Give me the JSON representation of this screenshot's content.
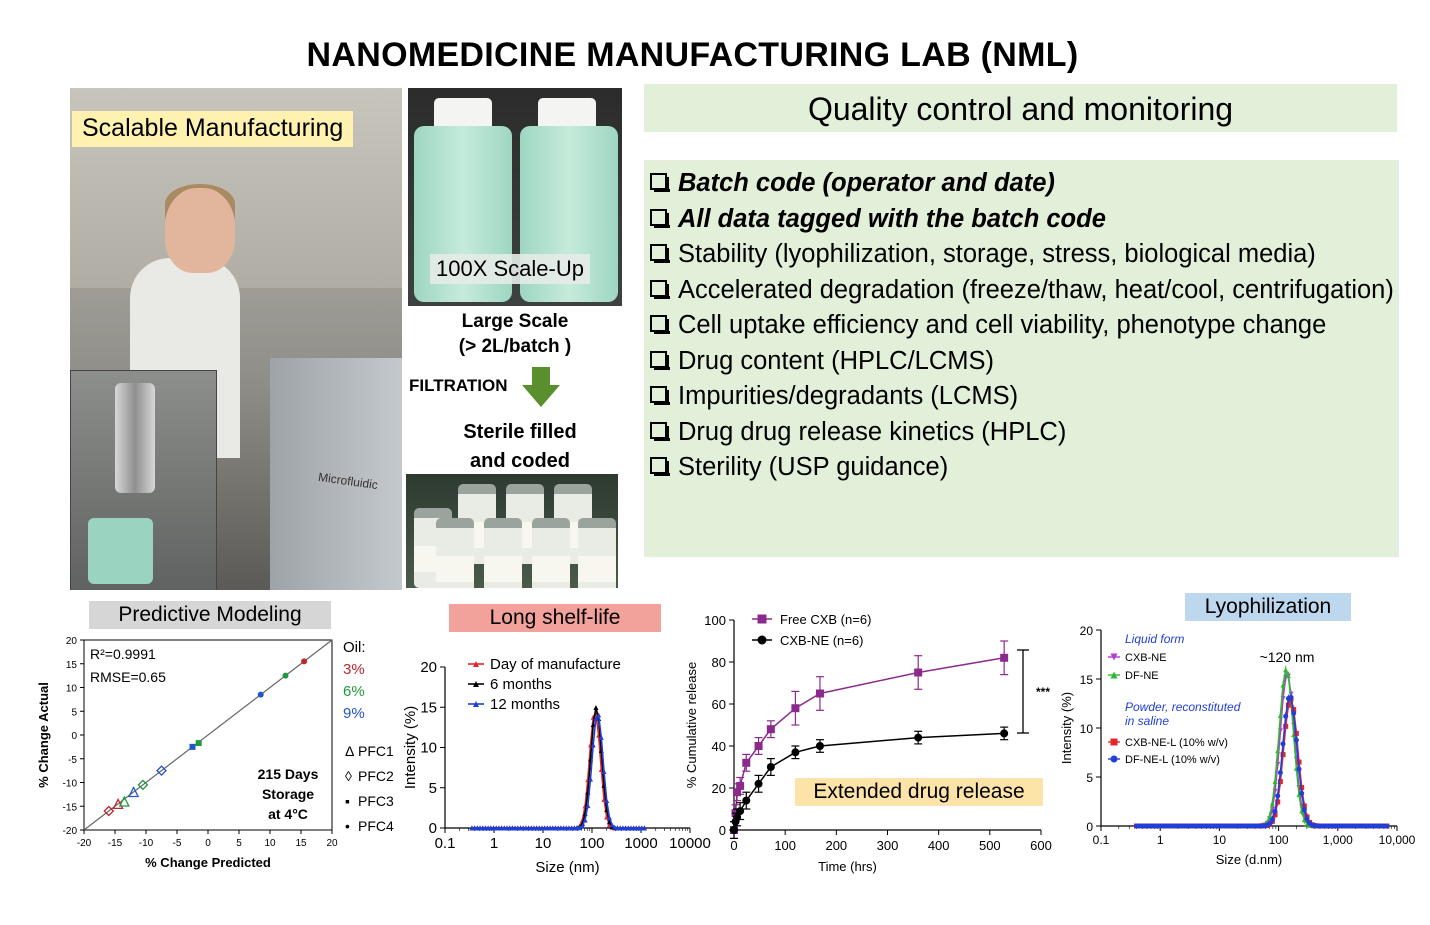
{
  "title": "NANOMEDICINE MANUFACTURING LAB (NML)",
  "left_panel": {
    "scalable_label": "Scalable Manufacturing",
    "brand_text": "Microfluidic",
    "scaleup_label": "100X Scale-Up",
    "large_scale_line1": "Large Scale",
    "large_scale_line2": "(> 2L/batch )",
    "filtration": "FILTRATION",
    "sterile_line1": "Sterile filled",
    "sterile_line2": "and coded"
  },
  "qc": {
    "title": "Quality control and monitoring",
    "items": [
      "Batch code (operator and date)",
      "All data tagged with the batch code",
      "Stability (lyophilization, storage, stress, biological media)",
      "Accelerated degradation (freeze/thaw, heat/cool, centrifugation)",
      "Cell uptake efficiency and cell viability, phenotype change",
      "Drug content (HPLC/LCMS)",
      "Impurities/degradants (LCMS)",
      "Drug drug release kinetics (HPLC)",
      "Sterility (USP guidance)"
    ]
  },
  "labels": {
    "predictive": "Predictive Modeling",
    "shelf": "Long shelf-life",
    "release": "Extended drug release",
    "lyo": "Lyophilization"
  },
  "colors": {
    "qc_bg": "#e2efd9",
    "red": "#e3262b",
    "blue": "#1f3fd8",
    "purple": "#8b2a8c",
    "green": "#1f9a3a"
  },
  "chart_data": [
    {
      "type": "scatter",
      "xlabel": "% Change Predicted",
      "ylabel": "% Change Actual",
      "xlim": [
        -20,
        20
      ],
      "ylim": [
        -20,
        20
      ],
      "xticks": [
        "-20",
        "-15",
        "-10",
        "-5",
        "0",
        "5",
        "10",
        "15",
        "20"
      ],
      "yticks": [
        "-20",
        "-15",
        "-10",
        "-5",
        "0",
        "5",
        "10",
        "15",
        "20"
      ],
      "annotations": [
        "R²=0.9991",
        "RMSE=0.65"
      ],
      "storage_note": [
        "215 Days",
        "Storage",
        "at 4°C"
      ],
      "legend_oil_title": "Oil:",
      "legend_oil": [
        {
          "name": "3%",
          "color": "#c0272d"
        },
        {
          "name": "6%",
          "color": "#1f9a3a"
        },
        {
          "name": "9%",
          "color": "#1f56c8"
        }
      ],
      "legend_pfc": [
        {
          "symbol": "Δ",
          "name": "PFC1"
        },
        {
          "symbol": "◊",
          "name": "PFC2"
        },
        {
          "symbol": "▪",
          "name": "PFC3"
        },
        {
          "symbol": "•",
          "name": "PFC4"
        }
      ],
      "points": [
        {
          "x": -16,
          "y": -16,
          "color": "#c0272d",
          "marker": "diamond-open"
        },
        {
          "x": -14.5,
          "y": -14.5,
          "color": "#c0272d",
          "marker": "triangle-open"
        },
        {
          "x": -13.5,
          "y": -14,
          "color": "#1f9a3a",
          "marker": "triangle-open"
        },
        {
          "x": -12,
          "y": -12,
          "color": "#1f56c8",
          "marker": "triangle-open"
        },
        {
          "x": -10.5,
          "y": -10.5,
          "color": "#1f9a3a",
          "marker": "diamond-open"
        },
        {
          "x": -7.5,
          "y": -7.5,
          "color": "#1f56c8",
          "marker": "diamond-open"
        },
        {
          "x": -2.5,
          "y": -2.5,
          "color": "#1f56c8",
          "marker": "square"
        },
        {
          "x": -1.5,
          "y": -1.7,
          "color": "#1f9a3a",
          "marker": "square"
        },
        {
          "x": 8.5,
          "y": 8.5,
          "color": "#1f56c8",
          "marker": "circle"
        },
        {
          "x": 12.5,
          "y": 12.5,
          "color": "#1f9a3a",
          "marker": "circle"
        },
        {
          "x": 15.5,
          "y": 15.5,
          "color": "#c0272d",
          "marker": "circle"
        }
      ]
    },
    {
      "type": "line",
      "xlabel": "Size (nm)",
      "ylabel": "Intensity (%)",
      "xscale": "log",
      "xlim": [
        0.1,
        10000
      ],
      "ylim": [
        0,
        20
      ],
      "xticks": [
        "0.1",
        "1",
        "10",
        "100",
        "1000",
        "10000"
      ],
      "yticks": [
        "0",
        "5",
        "10",
        "15",
        "20"
      ],
      "series": [
        {
          "name": "Day of manufacture",
          "color": "#e3262b",
          "peak": 115,
          "height": 14.5
        },
        {
          "name": "6 months",
          "color": "#000000",
          "peak": 122,
          "height": 15
        },
        {
          "name": "12 months",
          "color": "#1f3fd8",
          "peak": 130,
          "height": 14.3
        }
      ]
    },
    {
      "type": "line",
      "xlabel": "Time (hrs)",
      "ylabel": "% Cumulative release",
      "xlim": [
        0,
        600
      ],
      "ylim": [
        0,
        100
      ],
      "xticks": [
        "0",
        "100",
        "200",
        "300",
        "400",
        "500",
        "600"
      ],
      "yticks": [
        "0",
        "20",
        "40",
        "60",
        "80",
        "100"
      ],
      "significance": "***",
      "series": [
        {
          "name": "Free CXB (n=6)",
          "color": "#8b2a8c",
          "marker": "square",
          "x": [
            0,
            3,
            6,
            12,
            24,
            48,
            72,
            120,
            168,
            360,
            528
          ],
          "y": [
            0,
            8,
            18,
            21,
            32,
            40,
            48,
            58,
            65,
            75,
            82
          ]
        },
        {
          "name": "CXB-NE  (n=6)",
          "color": "#000000",
          "marker": "circle",
          "x": [
            0,
            3,
            6,
            12,
            24,
            48,
            72,
            120,
            168,
            360,
            528
          ],
          "y": [
            0,
            4,
            6,
            9,
            14,
            22,
            30,
            37,
            40,
            44,
            46
          ]
        }
      ]
    },
    {
      "type": "line",
      "xlabel": "Size (d.nm)",
      "ylabel": "Intensity (%)",
      "xscale": "log",
      "xlim": [
        0.1,
        10000
      ],
      "ylim": [
        0,
        20
      ],
      "xticks": [
        "0.1",
        "1",
        "10",
        "100",
        "1,000",
        "10,000"
      ],
      "yticks": [
        "0",
        "5",
        "10",
        "15",
        "20"
      ],
      "annotation": "~120 nm",
      "legend_group1": "Liquid form",
      "legend_group2": [
        "Powder, reconstituted",
        "in saline"
      ],
      "series": [
        {
          "name": "CXB-NE",
          "color": "#b23bd6",
          "marker": "triangle-down",
          "peak": 140,
          "height": 15.5
        },
        {
          "name": "DF-NE",
          "color": "#2fb82f",
          "marker": "triangle",
          "peak": 135,
          "height": 16
        },
        {
          "name": "CXB-NE-L (10% w/v)",
          "color": "#e3262b",
          "marker": "square",
          "peak": 160,
          "height": 13
        },
        {
          "name": "DF-NE-L (10% w/v)",
          "color": "#1f3fd8",
          "marker": "circle",
          "peak": 155,
          "height": 13.3
        }
      ]
    }
  ]
}
